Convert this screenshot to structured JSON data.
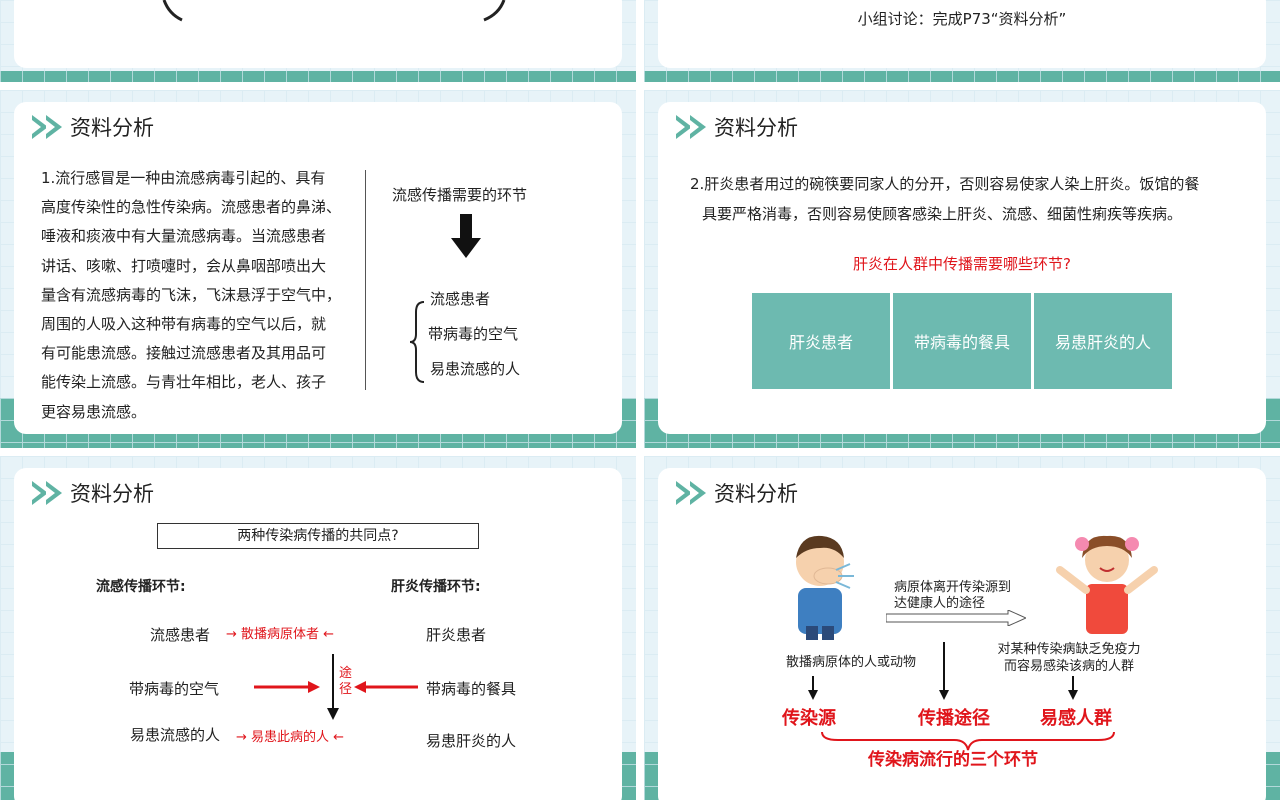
{
  "slides": {
    "s2": {
      "discussion": "小组讨论：完成P73“资料分析”"
    },
    "s3": {
      "title": "资料分析",
      "passage_lines": [
        "1.流行感冒是一种由流感病毒引起的、具有",
        "高度传染性的急性传染病。流感患者的鼻涕、",
        "唾液和痰液中有大量流感病毒。当流感患者",
        "讲话、咳嗽、打喷嚏时，会从鼻咽部喷出大",
        "量含有流感病毒的飞沫，飞沫悬浮于空气中，",
        "周围的人吸入这种带有病毒的空气以后，就",
        "有可能患流感。接触过流感患者及其用品可",
        "能传染上流感。与青壮年相比，老人、孩子",
        "更容易患流感。"
      ],
      "right_title": "流感传播需要的环节",
      "items": [
        "流感患者",
        "带病毒的空气",
        "易患流感的人"
      ]
    },
    "s4": {
      "title": "资料分析",
      "passage_line1": "2.肝炎患者用过的碗筷要同家人的分开，否则容易使家人染上肝炎。饭馆的餐",
      "passage_line2": "具要严格消毒，否则容易使顾客感染上肝炎、流感、细菌性痢疾等疾病。",
      "question": "肝炎在人群中传播需要哪些环节?",
      "cells": [
        "肝炎患者",
        "带病毒的餐具",
        "易患肝炎的人"
      ]
    },
    "s5": {
      "title": "资料分析",
      "question": "两种传染病传播的共同点?",
      "left_header": "流感传播环节:",
      "right_header": "肝炎传播环节:",
      "left_items": [
        "流感患者",
        "带病毒的空气",
        "易患流感的人"
      ],
      "right_items": [
        "肝炎患者",
        "带病毒的餐具",
        "易患肝炎的人"
      ],
      "label_top": "→ 散播病原体者 ←",
      "label_mid": "途\n径",
      "label_mid_a": "途",
      "label_mid_b": "径",
      "label_bottom": "→ 易患此病的人 ←"
    },
    "s6": {
      "title": "资料分析",
      "path_desc_1": "病原体离开传染源到",
      "path_desc_2": "达健康人的途径",
      "source_desc": "散播病原体的人或动物",
      "susceptible_desc_1": "对某种传染病缺乏免疫力",
      "susceptible_desc_2": "而容易感染该病的人群",
      "term_source": "传染源",
      "term_route": "传播途径",
      "term_susceptible": "易感人群",
      "summary": "传染病流行的三个环节"
    }
  },
  "colors": {
    "teal": "#5fb3a3",
    "cell": "#6dbab0",
    "red": "#e0151b"
  }
}
